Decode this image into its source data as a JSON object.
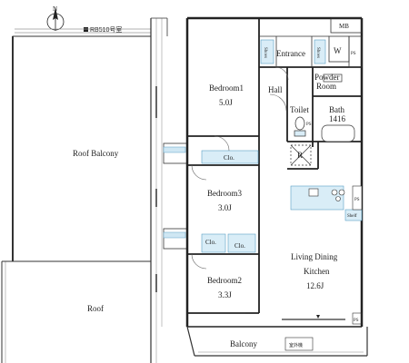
{
  "unit_label": "RB510号室",
  "north_label": "N",
  "rooms": {
    "roof_balcony": "Roof Balcony",
    "roof": "Roof",
    "bedroom1": {
      "name": "Bedroom1",
      "size": "5.0J"
    },
    "bedroom2": {
      "name": "Bedroom2",
      "size": "3.3J"
    },
    "bedroom3": {
      "name": "Bedroom3",
      "size": "3.0J"
    },
    "ldk": {
      "line1": "Living Dining",
      "line2": "Kitchen",
      "size": "12.6J"
    },
    "entrance": "Entrance",
    "powder_room": {
      "line1": "Powder",
      "line2": "Room"
    },
    "hall": "Hall",
    "toilet": "Toilet",
    "bath": {
      "line1": "Bath",
      "line2": "1416"
    },
    "balcony": "Balcony"
  },
  "fixtures": {
    "mb": "MB",
    "shoes": "Shoes",
    "w": "W",
    "ps": "PS",
    "clo": "Clo.",
    "r": "R",
    "shelf": "Shelf",
    "outdoor_unit": "室外機"
  }
}
